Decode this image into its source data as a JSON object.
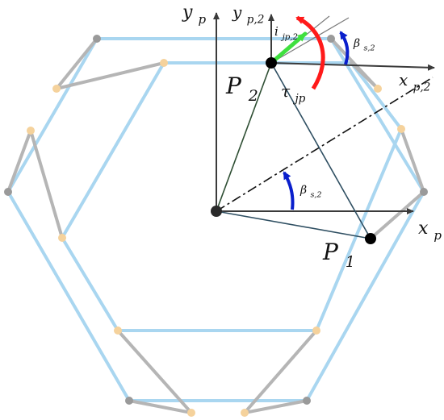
{
  "diagram": {
    "labels": {
      "y_p": "y_p",
      "y_p2": "y_{p,2}",
      "x_p2": "x_{p,2}",
      "x_p": "x_p",
      "P2": "P_2",
      "P1": "P_1",
      "i_jp2": "i_{jp,2}",
      "tau_jp": "τ_{jp}",
      "beta_s2_top": "β_{s,2}",
      "beta_s2_center": "β_{s,2}"
    },
    "colors": {
      "outer_hexagon": "#a9d6f0",
      "links": "#b5b5b5",
      "joint_gray": "#9a9a9a",
      "joint_orange": "#f5d29c",
      "axes": "#3b3b3b",
      "green_vector": "#3fe03f",
      "red_torque": "#ff1a1a",
      "blue_angle": "#0a1fcc",
      "triangle_dark_green": "#2f4f34",
      "triangle_dark_blue": "#2f4f62"
    }
  }
}
